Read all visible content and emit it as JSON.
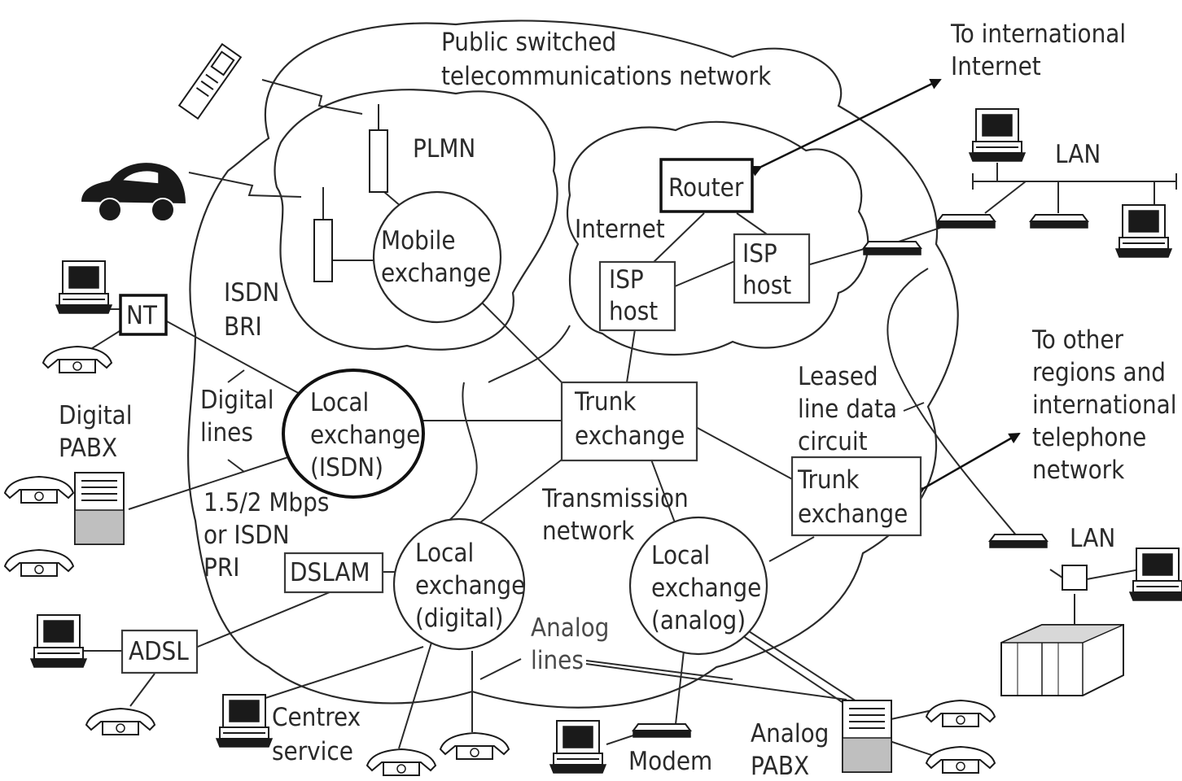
{
  "labels": {
    "pstn": [
      "Public switched",
      "telecommunications network"
    ],
    "to_internet": [
      "To international",
      "Internet"
    ],
    "plmn": "PLMN",
    "lan_top": "LAN",
    "router": "Router",
    "internet": "Internet",
    "mobile_exchange": [
      "Mobile",
      "exchange"
    ],
    "isp_host_right": [
      "ISP",
      "host"
    ],
    "isp_host_left": [
      "ISP",
      "host"
    ],
    "isdn_bri": [
      "ISDN",
      "BRI"
    ],
    "nt": "NT",
    "to_other_regions": [
      "To other",
      "regions and",
      "international",
      "telephone",
      "network"
    ],
    "leased_line": [
      "Leased",
      "line data",
      "circuit"
    ],
    "digital_pabx": [
      "Digital",
      "PABX"
    ],
    "digital_lines": [
      "Digital",
      "lines"
    ],
    "local_exchange_isdn": [
      "Local",
      "exchange",
      "(ISDN)"
    ],
    "trunk_exchange_center": [
      "Trunk",
      "exchange"
    ],
    "trunk_exchange_right": [
      "Trunk",
      "exchange"
    ],
    "pri": [
      "1.5/2 Mbps",
      "or ISDN",
      "PRI"
    ],
    "transmission": [
      "Transmission",
      "network"
    ],
    "lan_bottom": "LAN",
    "dslam": "DSLAM",
    "local_exchange_digital": [
      "Local",
      "exchange",
      "(digital)"
    ],
    "local_exchange_analog": [
      "Local",
      "exchange",
      "(analog)"
    ],
    "analog_lines": [
      "Analog",
      "lines"
    ],
    "adsl": "ADSL",
    "centrex": [
      "Centrex",
      "service"
    ],
    "modem": "Modem",
    "analog_pabx": [
      "Analog",
      "PABX"
    ]
  }
}
